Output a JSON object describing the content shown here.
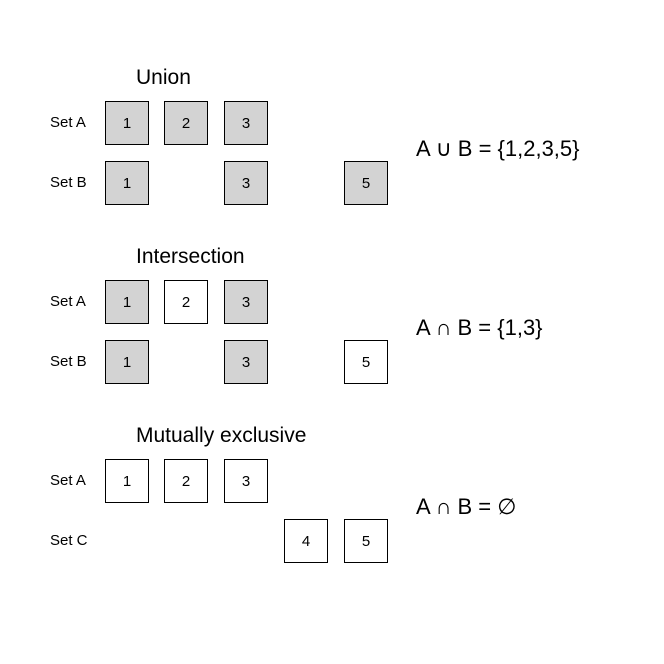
{
  "colors": {
    "highlight": "#d3d3d3",
    "plain": "#ffffff",
    "border": "#000000"
  },
  "panels": [
    {
      "title": "Union",
      "formula": "A ∪ B = {1,2,3,5}",
      "rows": [
        {
          "label": "Set A",
          "cells": [
            {
              "col": 1,
              "value": "1",
              "highlighted": true
            },
            {
              "col": 2,
              "value": "2",
              "highlighted": true
            },
            {
              "col": 3,
              "value": "3",
              "highlighted": true
            }
          ]
        },
        {
          "label": "Set B",
          "cells": [
            {
              "col": 1,
              "value": "1",
              "highlighted": true
            },
            {
              "col": 3,
              "value": "3",
              "highlighted": true
            },
            {
              "col": 5,
              "value": "5",
              "highlighted": true
            }
          ]
        }
      ]
    },
    {
      "title": "Intersection",
      "formula": "A ∩ B = {1,3}",
      "rows": [
        {
          "label": "Set A",
          "cells": [
            {
              "col": 1,
              "value": "1",
              "highlighted": true
            },
            {
              "col": 2,
              "value": "2",
              "highlighted": false
            },
            {
              "col": 3,
              "value": "3",
              "highlighted": true
            }
          ]
        },
        {
          "label": "Set B",
          "cells": [
            {
              "col": 1,
              "value": "1",
              "highlighted": true
            },
            {
              "col": 3,
              "value": "3",
              "highlighted": true
            },
            {
              "col": 5,
              "value": "5",
              "highlighted": false
            }
          ]
        }
      ]
    },
    {
      "title": "Mutually exclusive",
      "formula": "A ∩ B = ∅",
      "rows": [
        {
          "label": "Set A",
          "cells": [
            {
              "col": 1,
              "value": "1",
              "highlighted": false
            },
            {
              "col": 2,
              "value": "2",
              "highlighted": false
            },
            {
              "col": 3,
              "value": "3",
              "highlighted": false
            }
          ]
        },
        {
          "label": "Set C",
          "cells": [
            {
              "col": 4,
              "value": "4",
              "highlighted": false
            },
            {
              "col": 5,
              "value": "5",
              "highlighted": false
            }
          ]
        }
      ]
    }
  ]
}
